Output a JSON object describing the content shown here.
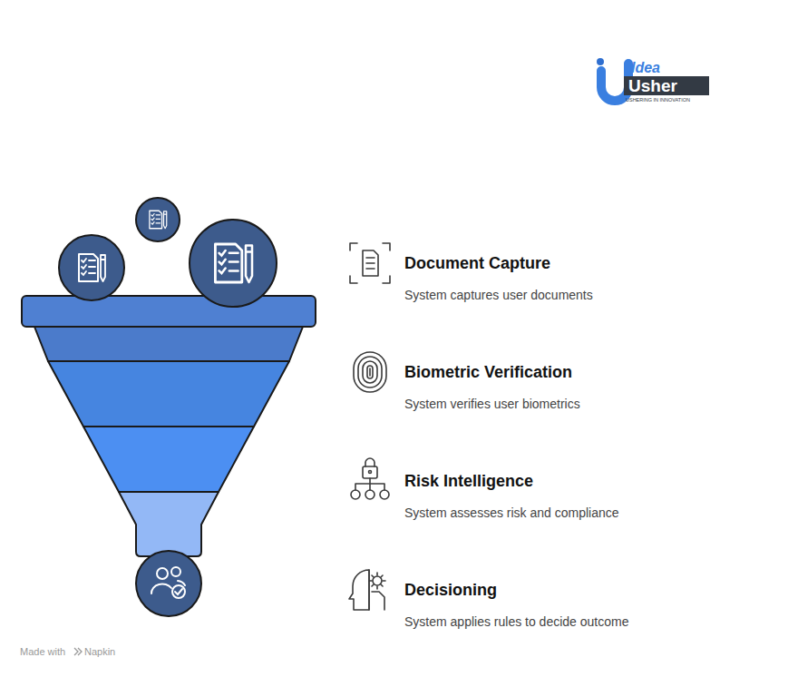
{
  "diagram": {
    "labels": [
      "Idea",
      "Usher",
      "USHERING IN INNOVATION",
      "Document Capture",
      "System captures user documents",
      "Biometric Verification",
      "System verifies user biometrics",
      "Risk Intelligence",
      "System assesses risk and compliance",
      "Decisioning",
      "System applies rules to decide outcome",
      "Made with",
      "Napkin"
    ]
  }
}
